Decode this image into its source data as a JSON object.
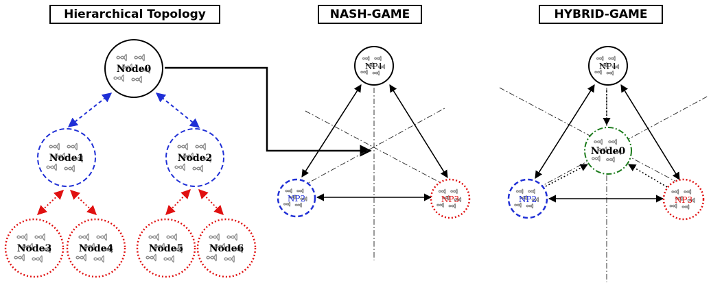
{
  "titles": {
    "hierarchical": "Hierarchical Topology",
    "nash": "NASH-GAME",
    "hybrid": "HYBRID-GAME"
  },
  "hierarchy": {
    "node0": "Node0",
    "node1": "Node1",
    "node2": "Node2",
    "node3": "Node3",
    "node4": "Node4",
    "node5": "Node5",
    "node6": "Node6"
  },
  "nash": {
    "np1": "NP1",
    "np2": "NP2",
    "np3": "NP3"
  },
  "hybrid": {
    "np1": "NP1",
    "np2": "NP2",
    "np3": "NP3",
    "node0": "Node0"
  },
  "colors": {
    "black": "#000000",
    "blue": "#1f2fd6",
    "red": "#e01010",
    "green": "#1a7a1a",
    "dna": "#8a8a8a"
  },
  "icons": {
    "node_glyph": "dna-helix-icon"
  }
}
